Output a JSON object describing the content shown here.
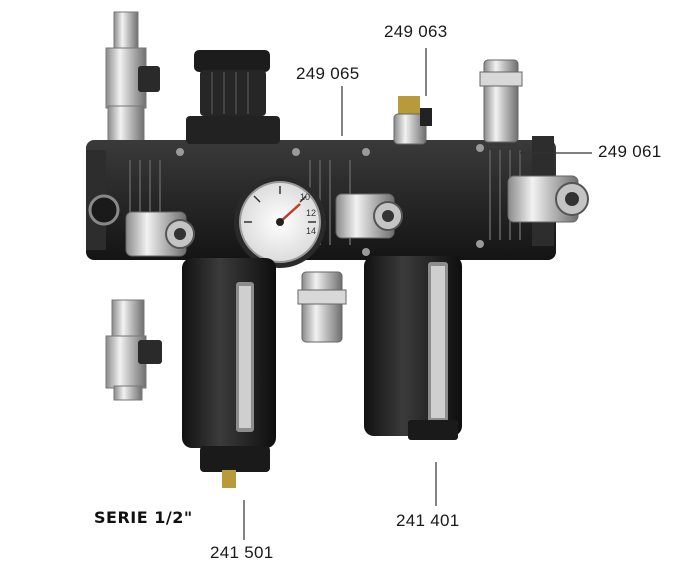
{
  "series_label": "SERIE 1/2\"",
  "callouts": {
    "c_249063": "249 063",
    "c_249065": "249 065",
    "c_249061": "249 061",
    "c_241401": "241 401",
    "c_241501": "241 501"
  },
  "gauge": {
    "ticks": [
      "10",
      "12",
      "14"
    ]
  },
  "colors": {
    "body_black": "#1e1e1e",
    "metal": "#c9c9c9",
    "bowl": "#262626"
  }
}
